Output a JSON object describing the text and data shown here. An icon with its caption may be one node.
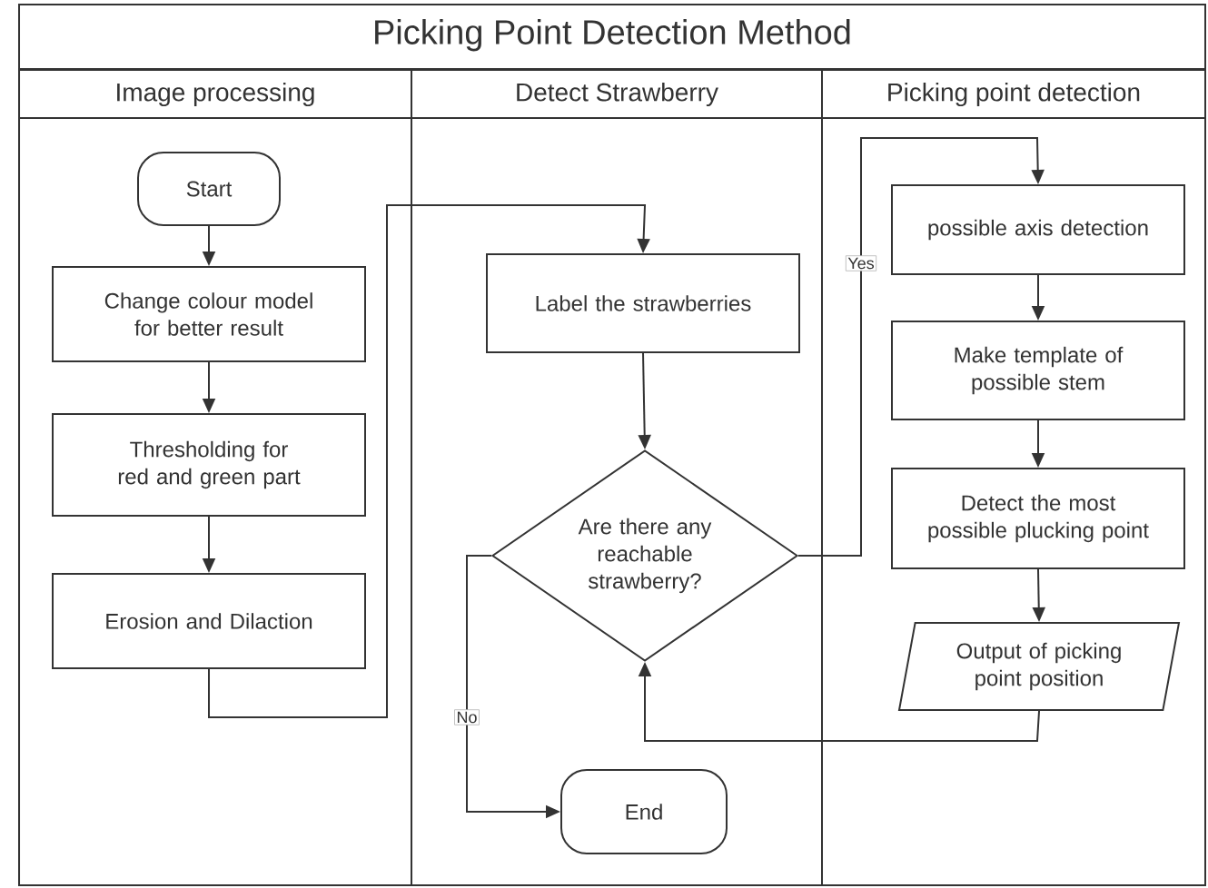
{
  "diagram": {
    "nodes": [
      {
        "text": [
          "Picking Point Detection Method"
        ]
      },
      {
        "text": [
          "Image processing"
        ],
        "in": 0
      },
      {
        "text": [
          "Detect Strawberry"
        ],
        "in": 0
      },
      {
        "text": [
          "Picking point detection"
        ],
        "in": 0
      },
      {
        "text": [
          "Start"
        ],
        "in": 1
      },
      {
        "text": [
          "Change colour model for better result"
        ],
        "in": 1
      },
      {
        "text": [
          "Thresholding for red and green part"
        ],
        "in": 1
      },
      {
        "text": [
          "Erosion and Dilaction"
        ],
        "in": 1
      },
      {
        "text": [
          "Label the strawberries"
        ],
        "in": 2
      },
      {
        "text": [
          "Are there any reachable strawberry?"
        ],
        "in": 2
      },
      {
        "text": [
          "End"
        ],
        "in": 2
      },
      {
        "text": [
          "possible axis detection"
        ],
        "in": 3
      },
      {
        "text": [
          "Make template of possible stem"
        ],
        "in": 3
      },
      {
        "text": [
          "Detect the most possible plucking point"
        ],
        "in": 3
      },
      {
        "text": [
          "Output of picking point position"
        ],
        "in": 3
      }
    ],
    "edges": [
      {
        "from": 4,
        "to": 5,
        "arrow": "to"
      },
      {
        "from": 5,
        "to": 6,
        "arrow": "to"
      },
      {
        "from": 6,
        "to": 7,
        "arrow": "to"
      },
      {
        "from": 7,
        "to": 8,
        "arrow": "to"
      },
      {
        "from": 8,
        "to": 9,
        "arrow": "to"
      },
      {
        "from": 9,
        "to": 11,
        "arrow": "to",
        "label": "Yes"
      },
      {
        "from": 11,
        "to": 12,
        "arrow": "to"
      },
      {
        "from": 12,
        "to": 13,
        "arrow": "to"
      },
      {
        "from": 13,
        "to": 14,
        "arrow": "to"
      },
      {
        "from": 14,
        "to": 9,
        "arrow": "to"
      },
      {
        "from": 9,
        "to": 10,
        "arrow": "to",
        "label": "No"
      }
    ]
  }
}
